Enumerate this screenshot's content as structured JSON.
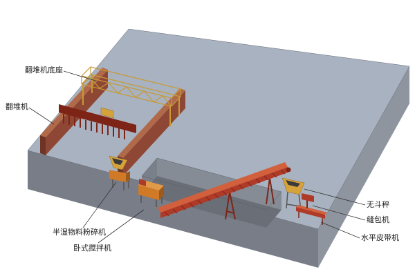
{
  "figure": {
    "type": "isometric-equipment-diagram",
    "background": "#ffffff",
    "labels": {
      "turner_base": "翻堆机底座",
      "turner": "翻堆机",
      "crusher": "半湿物料粉碎机",
      "mixer": "卧式搅拌机",
      "scale": "无斗秤",
      "sewing": "缝包机",
      "belt": "水平皮带机"
    },
    "colors": {
      "slab-top": "#a9b2c0",
      "slab-front": "#787d87",
      "slab-side": "#8f959f",
      "pit-floor": "#696e77",
      "pit-wall": "#868c96",
      "pit-wall2": "#7a8089",
      "wall-top": "#b06a4a",
      "wall-face": "#8e4734",
      "truss": "#c79a35",
      "machine-red": "#b03a28",
      "machine-red-dark": "#7e2417",
      "machine-orange": "#d07a28",
      "machine-yellow": "#d6a23c",
      "leader": "#333333",
      "label-text": "#1a1a1a"
    }
  }
}
